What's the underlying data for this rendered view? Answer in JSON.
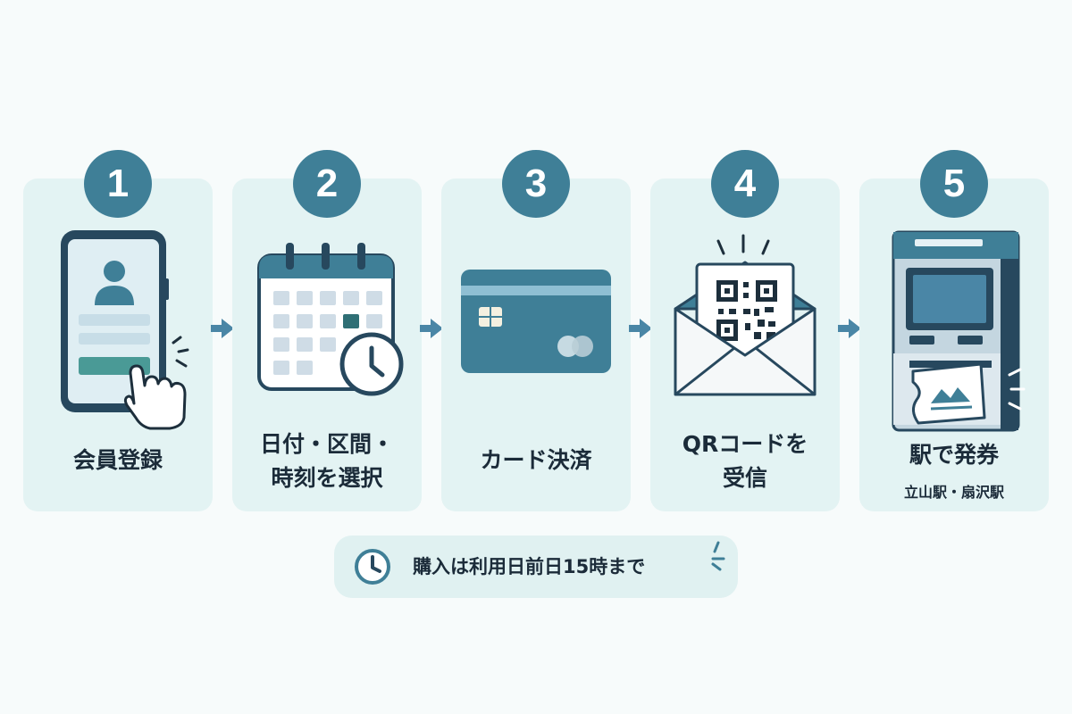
{
  "steps": [
    {
      "number": "1",
      "label_line1": "会員登録",
      "label_line2": "",
      "sublabel": "",
      "icon": "phone-touch-icon"
    },
    {
      "number": "2",
      "label_line1": "日付・区間・",
      "label_line2": "時刻を選択",
      "sublabel": "",
      "icon": "calendar-clock-icon"
    },
    {
      "number": "3",
      "label_line1": "カード決済",
      "label_line2": "",
      "sublabel": "",
      "icon": "credit-card-icon"
    },
    {
      "number": "4",
      "label_line1": "QRコードを",
      "label_line2": "受信",
      "sublabel": "",
      "icon": "qr-envelope-icon"
    },
    {
      "number": "5",
      "label_line1": "駅で発券",
      "label_line2": "",
      "sublabel": "立山駅・扇沢駅",
      "icon": "ticket-machine-icon"
    }
  ],
  "note": {
    "text": "購入は利用日前日15時まで",
    "icon": "clock-icon"
  },
  "colors": {
    "accent": "#3f7f97",
    "card_bg": "#e3f3f3",
    "dark": "#27485e",
    "mid": "#4a86a6",
    "light": "#cfdce6"
  }
}
